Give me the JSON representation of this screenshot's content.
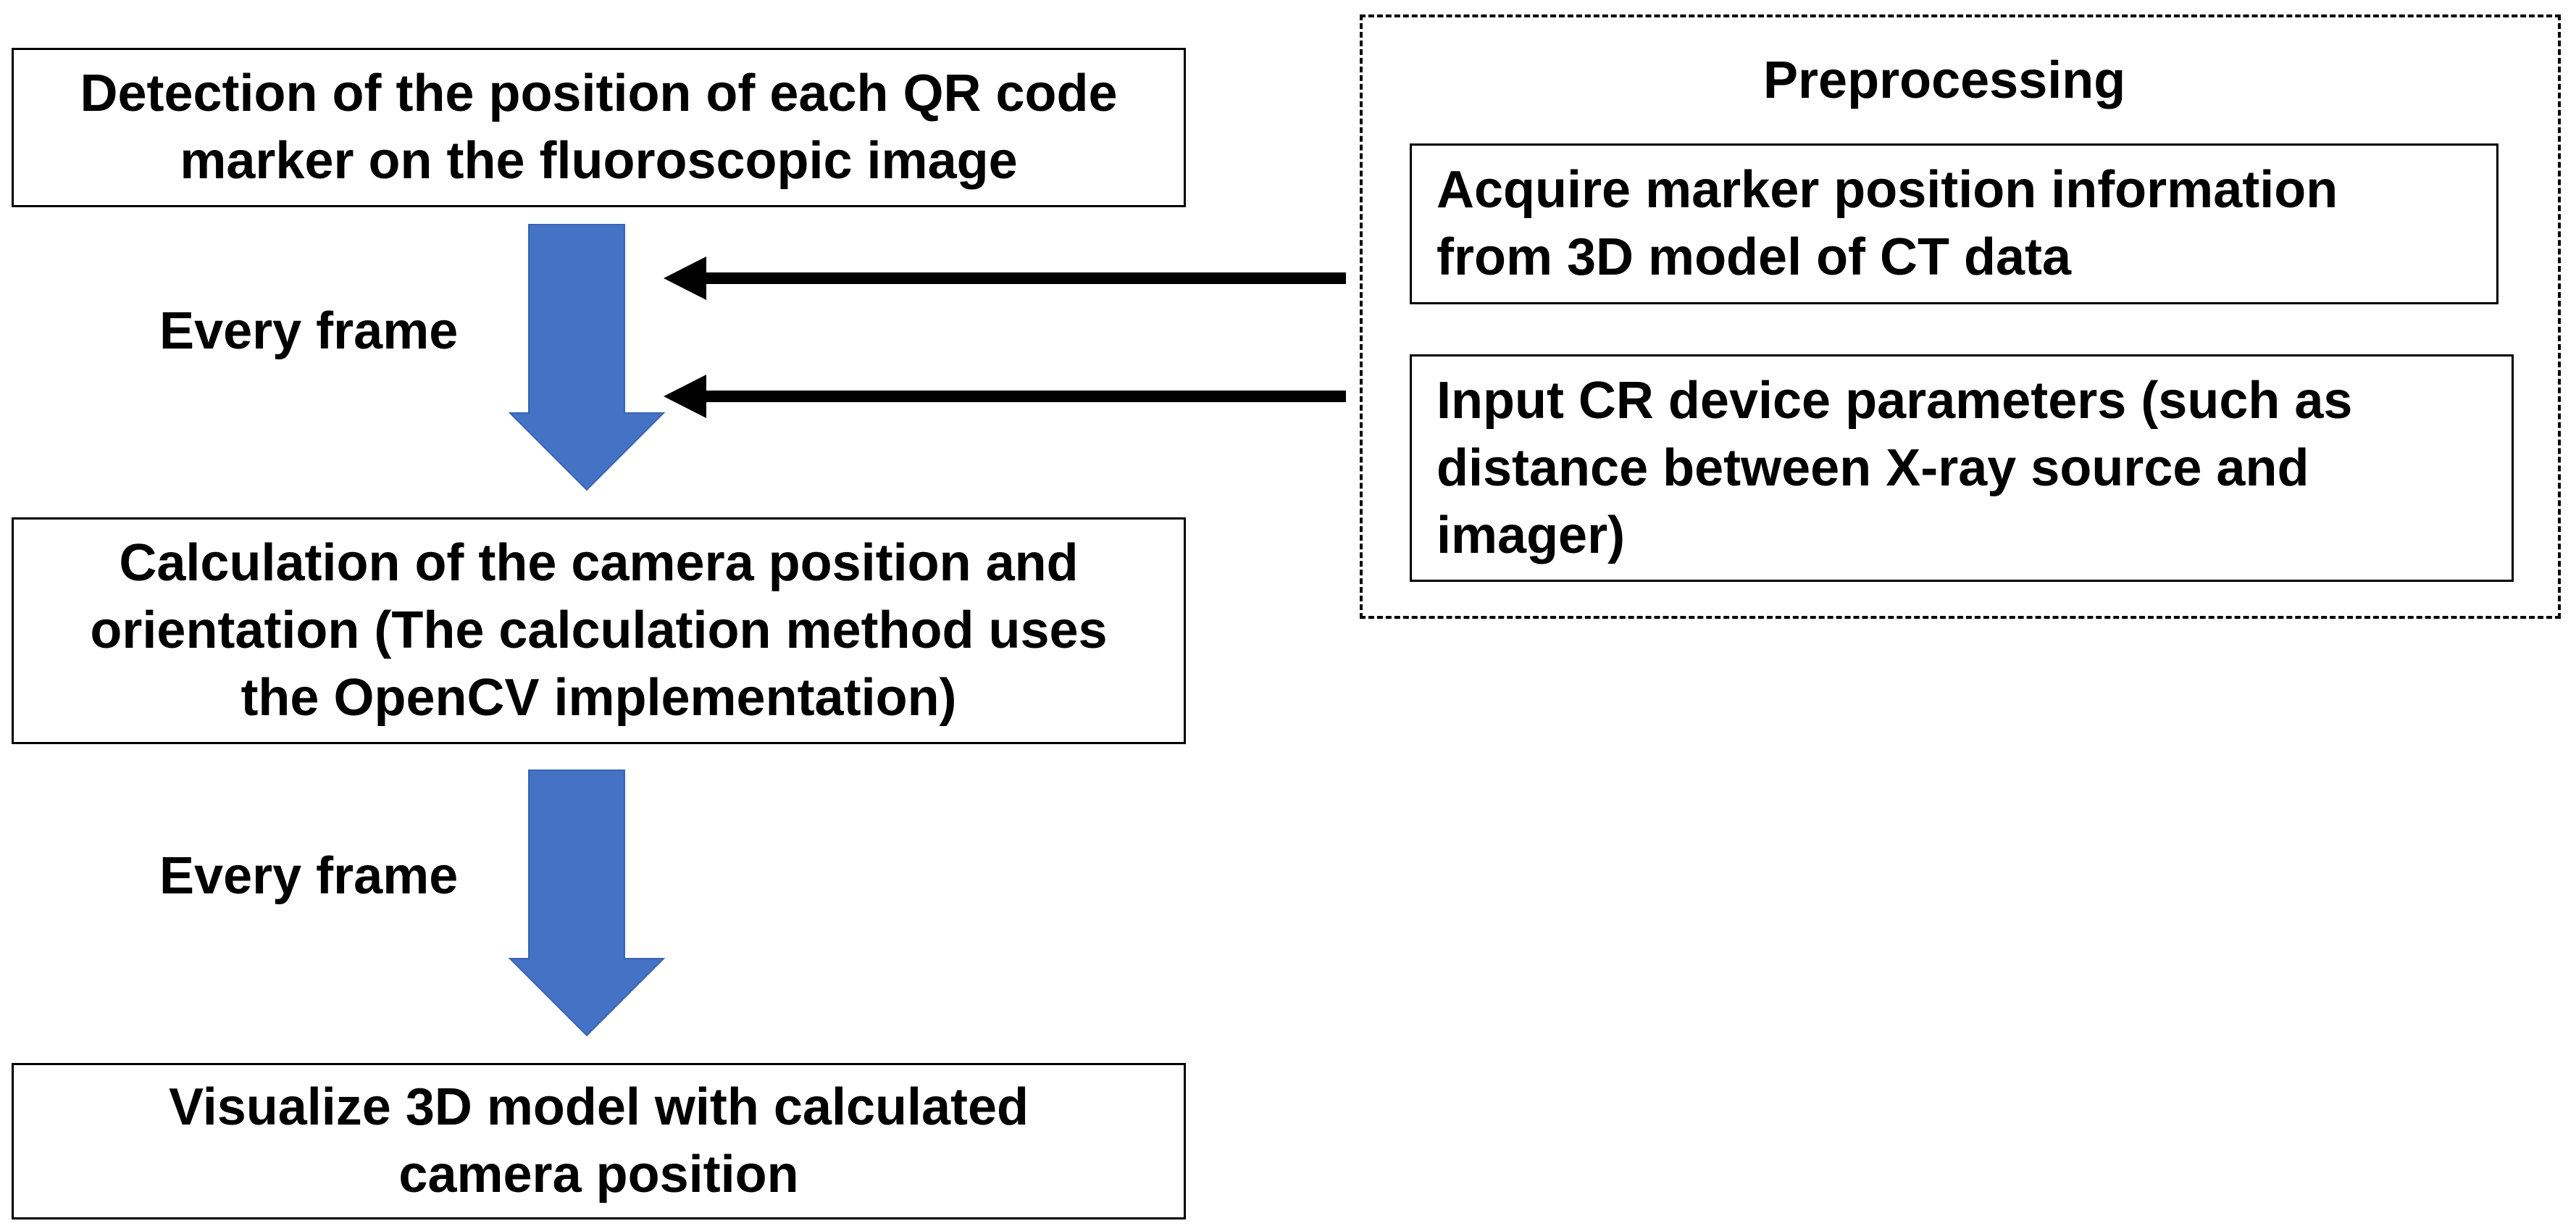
{
  "colors": {
    "flow_arrow": "#4472C4",
    "connector_arrow": "#000000",
    "box_border": "#000000",
    "background": "#FFFFFF"
  },
  "main_flow": {
    "step1": "Detection of the position of each QR code\nmarker on the fluoroscopic image",
    "label1": "Every frame",
    "step2": "Calculation of the camera position and\norientation (The calculation method uses\nthe OpenCV implementation)",
    "label2": "Every frame",
    "step3": "Visualize 3D model with calculated\ncamera position"
  },
  "preprocessing": {
    "title": "Preprocessing",
    "item1": "Acquire marker position information\nfrom 3D model of CT data",
    "item2": "Input CR device parameters (such as\ndistance between X-ray source and\nimager)"
  }
}
